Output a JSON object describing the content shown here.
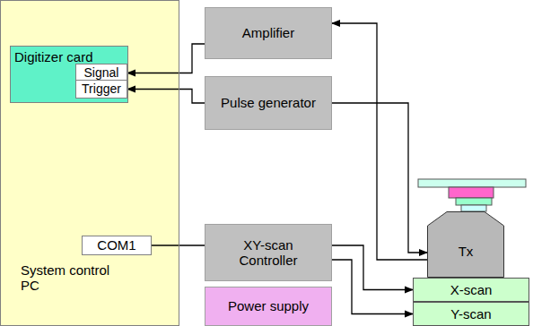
{
  "diagram": {
    "nodes": [
      {
        "text": [
          "System control PC"
        ]
      },
      {
        "text": [
          "Digitizer card"
        ],
        "in": 0
      },
      {
        "text": [
          "Signal"
        ],
        "in": 1
      },
      {
        "text": [
          "Trigger"
        ],
        "in": 1
      },
      {
        "text": [
          "COM1"
        ],
        "in": 0
      },
      {
        "text": [
          "Amplifier"
        ]
      },
      {
        "text": [
          "Pulse generator"
        ]
      },
      {
        "text": [
          "XY-scan Controller"
        ]
      },
      {
        "text": [
          "Power supply"
        ]
      },
      {
        "text": [
          "Tx"
        ]
      },
      {
        "text": [
          "X-scan"
        ]
      },
      {
        "text": [
          "Y-scan"
        ]
      }
    ],
    "edges": [
      {
        "from": 5,
        "to": 2,
        "arrow": "to"
      },
      {
        "from": 6,
        "to": 3,
        "arrow": "to"
      },
      {
        "from": 9,
        "to": 5,
        "arrow": "to"
      },
      {
        "from": 6,
        "to": 9,
        "arrow": "to"
      },
      {
        "from": 4,
        "to": 7,
        "arrow": "none"
      },
      {
        "from": 7,
        "to": 10,
        "arrow": "to"
      },
      {
        "from": 7,
        "to": 11,
        "arrow": "to"
      }
    ]
  }
}
